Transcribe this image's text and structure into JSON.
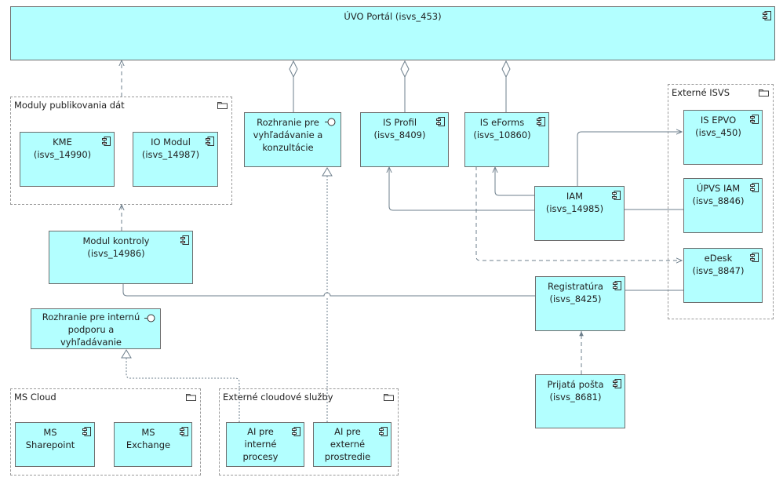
{
  "portal": {
    "label": "ÚVO Portál (isvs_453)",
    "icon": "component-icon"
  },
  "groups": {
    "publikovanie": {
      "title": "Moduly publikovania dát",
      "icon": "folder-icon"
    },
    "externe_isvs": {
      "title": "Externé ISVS",
      "icon": "folder-icon"
    },
    "ms_cloud": {
      "title": "MS Cloud",
      "icon": "folder-icon"
    },
    "cloud_sluzby": {
      "title": "Externé cloudové služby",
      "icon": "folder-icon"
    }
  },
  "nodes": {
    "kme": {
      "label": "KME\n(isvs_14990)"
    },
    "io_modul": {
      "label": "IO Modul\n(isvs_14987)"
    },
    "rozhranie_vyhladavanie": {
      "label": "Rozhranie pre\nvyhľadávanie a\nkonzultácie",
      "icon": "interface-icon"
    },
    "is_profil": {
      "label": "IS Profil\n(isvs_8409)"
    },
    "is_eforms": {
      "label": "IS eForms\n(isvs_10860)"
    },
    "is_epvo": {
      "label": "IS EPVO\n(isvs_450)"
    },
    "upvs_iam": {
      "label": "ÚPVS IAM\n(isvs_8846)"
    },
    "edesk": {
      "label": "eDesk\n(isvs_8847)"
    },
    "iam": {
      "label": "IAM\n(isvs_14985)"
    },
    "modul_kontroly": {
      "label": "Modul kontroly\n(isvs_14986)"
    },
    "registratura": {
      "label": "Registratúra\n(isvs_8425)"
    },
    "rozhranie_interna": {
      "label": "Rozhranie pre internú\npodporu a\nvyhľadávanie",
      "icon": "interface-icon"
    },
    "prijata_posta": {
      "label": "Prijatá pošta\n(isvs_8681)"
    },
    "ms_sharepoint": {
      "label": "MS\nSharepoint"
    },
    "ms_exchange": {
      "label": "MS\nExchange"
    },
    "ai_interne": {
      "label": "AI pre\ninterné\nprocesy"
    },
    "ai_externe": {
      "label": "AI pre\nexterné\nprostredie"
    }
  },
  "colors": {
    "node_fill": "#b3ffff",
    "border": "#6e6e6e",
    "line": "#6e7f8c",
    "group_border": "#9a9a9a"
  }
}
